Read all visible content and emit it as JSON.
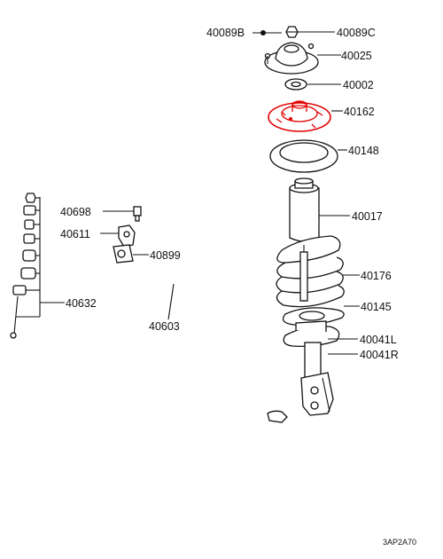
{
  "parts": {
    "p40089b": "40089B",
    "p40089c": "40089C",
    "p40025": "40025",
    "p40002": "40002",
    "p40162": "40162",
    "p40148": "40148",
    "p40017": "40017",
    "p40176": "40176",
    "p40145": "40145",
    "p40041l": "40041L",
    "p40041r": "40041R",
    "p40698": "40698",
    "p40611": "40611",
    "p40899": "40899",
    "p40632": "40632",
    "p40603": "40603"
  },
  "diagram_code": "3AP2A70",
  "highlight_color": "#e00000"
}
